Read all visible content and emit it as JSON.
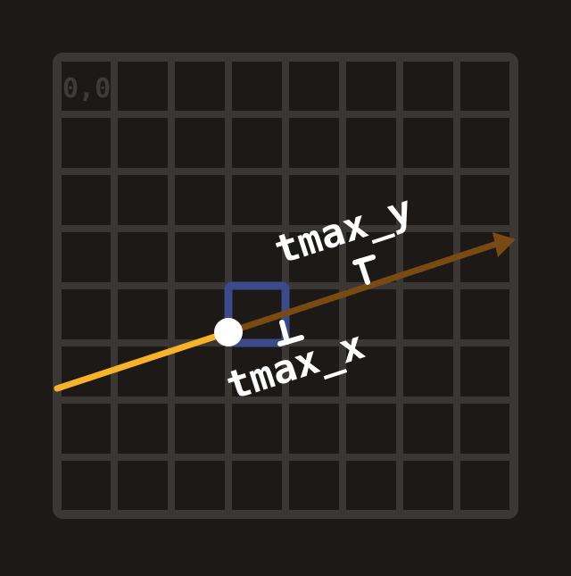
{
  "diagram": {
    "grid": {
      "cols": 8,
      "rows": 8,
      "origin_label": "0,0"
    },
    "ray": {
      "traversed_color": "#f6b32a",
      "remaining_color": "#7a4a14",
      "origin_point_color": "#ffffff"
    },
    "current_cell": {
      "col": 3,
      "row": 4,
      "color": "#3d4a8a"
    },
    "labels": {
      "tmax_x": "tmax_x",
      "tmax_y": "tmax_y"
    },
    "colors": {
      "background": "#1d1917",
      "grid_line": "#3b3734",
      "origin_label": "#3f3b38",
      "annotation": "#ffffff"
    }
  }
}
